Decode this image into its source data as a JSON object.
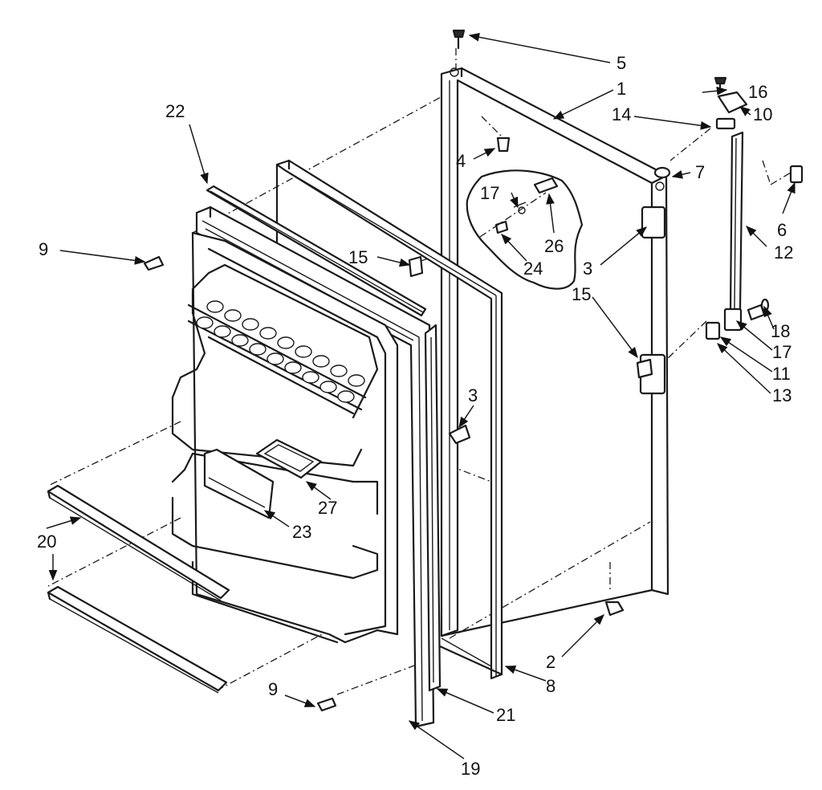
{
  "callouts": {
    "c1": "1",
    "c2": "2",
    "c3a": "3",
    "c3b": "3",
    "c4": "4",
    "c5": "5",
    "c6": "6",
    "c7": "7",
    "c8": "8",
    "c9a": "9",
    "c9b": "9",
    "c10": "10",
    "c11": "11",
    "c12": "12",
    "c13": "13",
    "c14": "14",
    "c15a": "15",
    "c15b": "15",
    "c16": "16",
    "c17a": "17",
    "c17b": "17",
    "c18": "18",
    "c19": "19",
    "c20": "20",
    "c21": "21",
    "c22": "22",
    "c23": "23",
    "c24": "24",
    "c26": "26",
    "c27": "27"
  }
}
